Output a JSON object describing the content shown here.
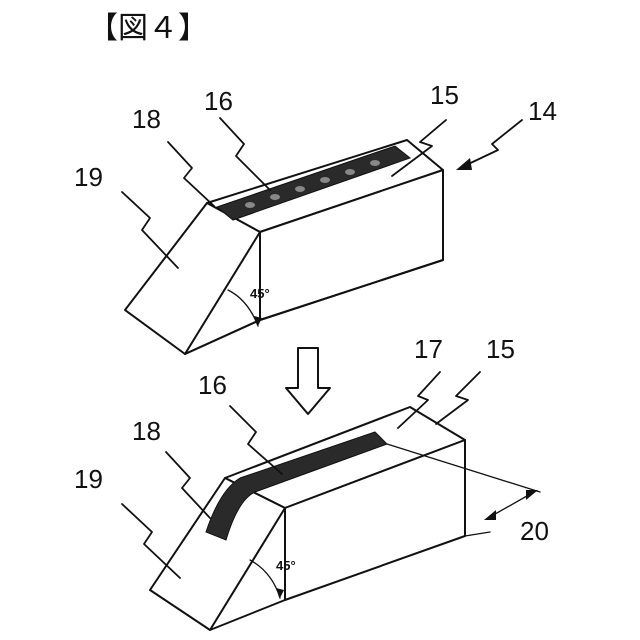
{
  "figure": {
    "title": "【図４】"
  },
  "top_block": {
    "labels": {
      "l14": "14",
      "l15": "15",
      "l16": "16",
      "l18": "18",
      "l19": "19"
    },
    "angle": "45°"
  },
  "bottom_block": {
    "labels": {
      "l15": "15",
      "l16": "16",
      "l17": "17",
      "l18": "18",
      "l19": "19",
      "l20": "20"
    },
    "angle": "45°"
  },
  "colors": {
    "ink": "#111111",
    "paper": "#ffffff",
    "dark_band": "#2a2a2a"
  }
}
